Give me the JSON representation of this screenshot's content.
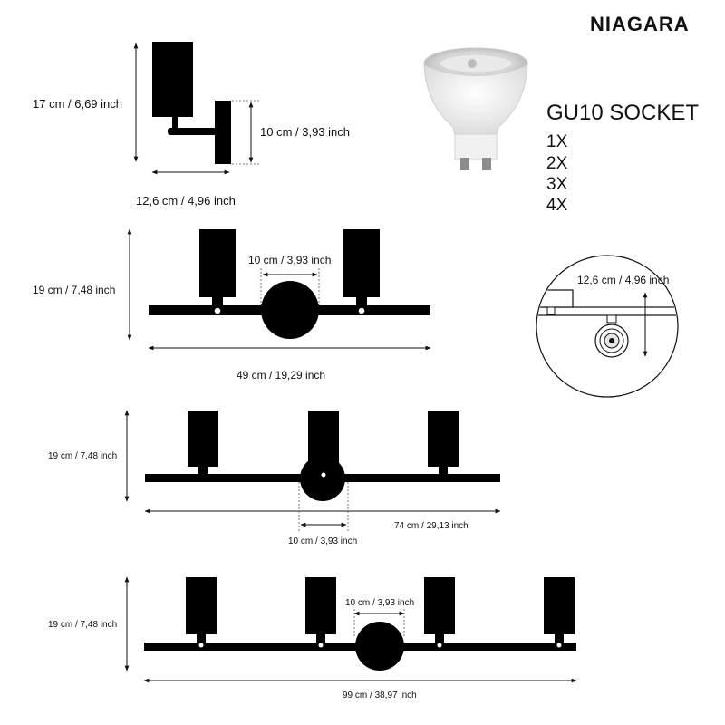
{
  "brand": "NIAGARA",
  "socket": {
    "title": "GU10 SOCKET",
    "options": [
      "1X",
      "2X",
      "3X",
      "4X"
    ]
  },
  "variant_1x": {
    "height": "17 cm / 6,69 inch",
    "plate": "10 cm / 3,93 inch",
    "depth": "12,6 cm / 4,96 inch"
  },
  "variant_2x": {
    "height": "19 cm / 7,48 inch",
    "plate": "10 cm / 3,93 inch",
    "length": "49 cm / 19,29 inch"
  },
  "detail": {
    "depth": "12,6 cm / 4,96 inch"
  },
  "variant_3x": {
    "height": "19 cm / 7,48 inch",
    "length": "74 cm / 29,13 inch",
    "plate": "10 cm / 3,93 inch"
  },
  "variant_4x": {
    "height": "19 cm / 7,48 inch",
    "plate": "10 cm / 3,93 inch",
    "length": "99 cm / 38,97 inch"
  }
}
